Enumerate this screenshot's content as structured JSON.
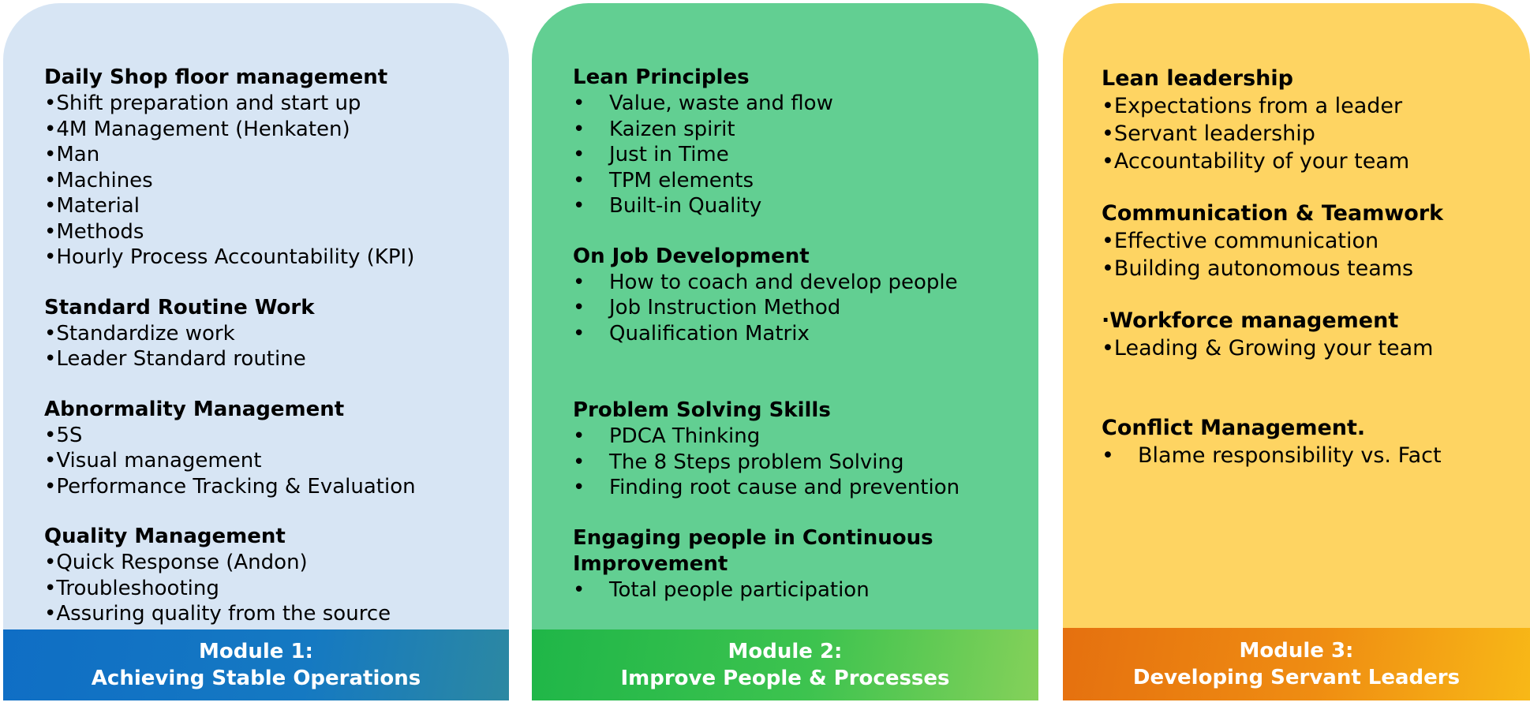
{
  "modules": [
    {
      "footer_line1": "Module 1:",
      "footer_line2": "Achieving Stable Operations",
      "sections": [
        {
          "title": "Daily Shop floor management",
          "items": [
            "•Shift preparation and start up",
            "•4M Management (Henkaten)",
            "•Man",
            "•Machines",
            "•Material",
            "•Methods",
            "•Hourly Process Accountability (KPI)"
          ]
        },
        {
          "title": "Standard Routine Work",
          "items": [
            "•Standardize work",
            "•Leader Standard routine"
          ]
        },
        {
          "title": "Abnormality Management",
          "items": [
            "•5S",
            "•Visual management",
            "•Performance Tracking & Evaluation"
          ]
        },
        {
          "title": "Quality Management",
          "items": [
            "•Quick Response (Andon)",
            "•Troubleshooting",
            "•Assuring quality from the source"
          ]
        }
      ]
    },
    {
      "footer_line1": "Module 2:",
      "footer_line2": "Improve People & Processes",
      "sections": [
        {
          "title": "Lean Principles",
          "items": [
            "Value, waste and flow",
            "Kaizen spirit",
            "Just in Time",
            "TPM elements",
            "Built-in Quality"
          ]
        },
        {
          "title": "On Job Development",
          "items": [
            "How to coach and develop people",
            "Job Instruction Method",
            "Qualification Matrix"
          ]
        },
        {
          "title": "Problem Solving Skills",
          "items": [
            "PDCA Thinking",
            "The 8 Steps problem Solving",
            "Finding root cause and prevention"
          ]
        },
        {
          "title_line1": "Engaging people in Continuous",
          "title_line2": "Improvement",
          "items": [
            "Total people participation"
          ]
        }
      ]
    },
    {
      "footer_line1": "Module 3:",
      "footer_line2": "Developing Servant Leaders",
      "sections": [
        {
          "title": "Lean leadership",
          "items": [
            "•Expectations from a leader",
            "•Servant leadership",
            "•Accountability of your team"
          ]
        },
        {
          "title": "Communication & Teamwork",
          "items": [
            "•Effective communication",
            "•Building autonomous teams"
          ]
        },
        {
          "title": "·Workforce management",
          "items": [
            "•Leading & Growing your team"
          ]
        },
        {
          "title": "Conflict Management.",
          "items": [
            "Blame responsibility vs. Fact"
          ]
        }
      ]
    }
  ]
}
